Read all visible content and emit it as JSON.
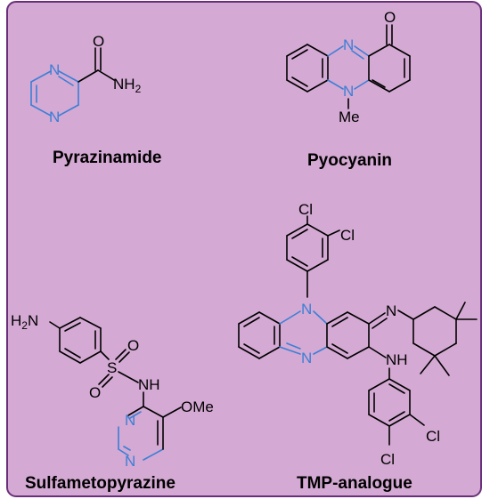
{
  "colors": {
    "panel_fill": "#d4a9d3",
    "panel_border": "#6a2f7a",
    "heteroatom_blue": "#3b7fd6",
    "bond_black": "#000000"
  },
  "molecules": {
    "pyrazinamide": {
      "name": "Pyrazinamide",
      "atoms": {
        "n_top": "N",
        "n_bottom": "N",
        "oxygen": "O",
        "amide_n": "NH",
        "amide_sub": "2"
      }
    },
    "pyocyanin": {
      "name": "Pyocyanin",
      "atoms": {
        "n_top": "N",
        "oxygen": "O",
        "n_bottom": "N",
        "methyl": "Me"
      }
    },
    "sulfametopyrazine": {
      "name": "Sulfametopyrazine",
      "atoms": {
        "h2n_h": "H",
        "h2n_sub": "2",
        "h2n_n": "N",
        "sulfur": "S",
        "o_top": "O",
        "o_bottom": "O",
        "nh": "NH",
        "ome": "OMe",
        "n_ring_top": "N",
        "n_ring_bottom": "N"
      }
    },
    "tmp_analogue": {
      "name": "TMP-analogue",
      "atoms": {
        "cl_1": "Cl",
        "cl_2": "Cl",
        "n_top": "N",
        "n_bottom": "N",
        "n_imine": "N",
        "nh": "NH",
        "cl_3": "Cl",
        "cl_4": "Cl"
      }
    }
  }
}
